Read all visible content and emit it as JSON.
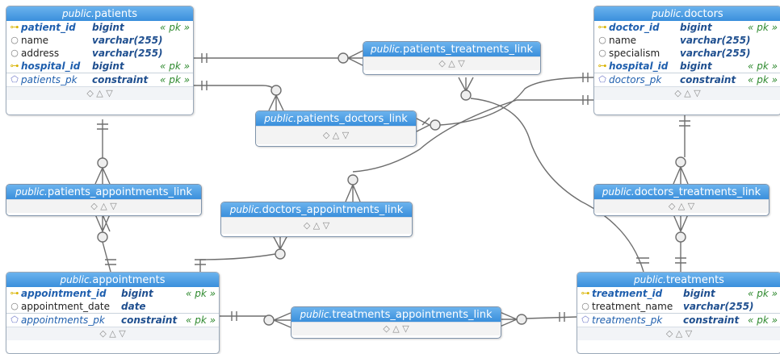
{
  "diagram": {
    "tables": {
      "patients": {
        "schema": "public.",
        "name": "patients",
        "columns": [
          {
            "icon": "key-icon",
            "name": "patient_id",
            "type": "bigint",
            "flag": "« pk »"
          },
          {
            "icon": "column-icon",
            "name": "name",
            "type": "varchar(255)",
            "flag": ""
          },
          {
            "icon": "column-icon",
            "name": "address",
            "type": "varchar(255)",
            "flag": ""
          },
          {
            "icon": "key-icon",
            "name": "hospital_id",
            "type": "bigint",
            "flag": "« pk »"
          }
        ],
        "constraints": [
          {
            "icon": "constraint-icon",
            "name": "patients_pk",
            "type": "constraint",
            "flag": "« pk »"
          }
        ]
      },
      "doctors": {
        "schema": "public.",
        "name": "doctors",
        "columns": [
          {
            "icon": "key-icon",
            "name": "doctor_id",
            "type": "bigint",
            "flag": "« pk »"
          },
          {
            "icon": "column-icon",
            "name": "name",
            "type": "varchar(255)",
            "flag": ""
          },
          {
            "icon": "column-icon",
            "name": "specialism",
            "type": "varchar(255)",
            "flag": ""
          },
          {
            "icon": "key-icon",
            "name": "hospital_id",
            "type": "bigint",
            "flag": "« pk »"
          }
        ],
        "constraints": [
          {
            "icon": "constraint-icon",
            "name": "doctors_pk",
            "type": "constraint",
            "flag": "« pk »"
          }
        ]
      },
      "appointments": {
        "schema": "public.",
        "name": "appointments",
        "columns": [
          {
            "icon": "key-icon",
            "name": "appointment_id",
            "type": "bigint",
            "flag": "« pk »"
          },
          {
            "icon": "column-icon",
            "name": "appointment_date",
            "type": "date",
            "flag": ""
          }
        ],
        "constraints": [
          {
            "icon": "constraint-icon",
            "name": "appointments_pk",
            "type": "constraint",
            "flag": "« pk »"
          }
        ]
      },
      "treatments": {
        "schema": "public.",
        "name": "treatments",
        "columns": [
          {
            "icon": "key-icon",
            "name": "treatment_id",
            "type": "bigint",
            "flag": "« pk »"
          },
          {
            "icon": "column-icon",
            "name": "treatment_name",
            "type": "varchar(255)",
            "flag": ""
          }
        ],
        "constraints": [
          {
            "icon": "constraint-icon",
            "name": "treatments_pk",
            "type": "constraint",
            "flag": "« pk »"
          }
        ]
      }
    },
    "links": {
      "patients_treatments_link": {
        "schema": "public.",
        "name": "patients_treatments_link"
      },
      "patients_doctors_link": {
        "schema": "public.",
        "name": "patients_doctors_link"
      },
      "patients_appointments_link": {
        "schema": "public.",
        "name": "patients_appointments_link"
      },
      "doctors_appointments_link": {
        "schema": "public.",
        "name": "doctors_appointments_link"
      },
      "doctors_treatments_link": {
        "schema": "public.",
        "name": "doctors_treatments_link"
      },
      "treatments_appointments_link": {
        "schema": "public.",
        "name": "treatments_appointments_link"
      }
    },
    "footer_glyphs": "◇ △ ▽",
    "colors": {
      "header": "#3a8fdc",
      "line": "#6e6e6e",
      "type": "#1f4f8f",
      "flag": "#2f8a2f",
      "key": "#d9b300"
    }
  }
}
